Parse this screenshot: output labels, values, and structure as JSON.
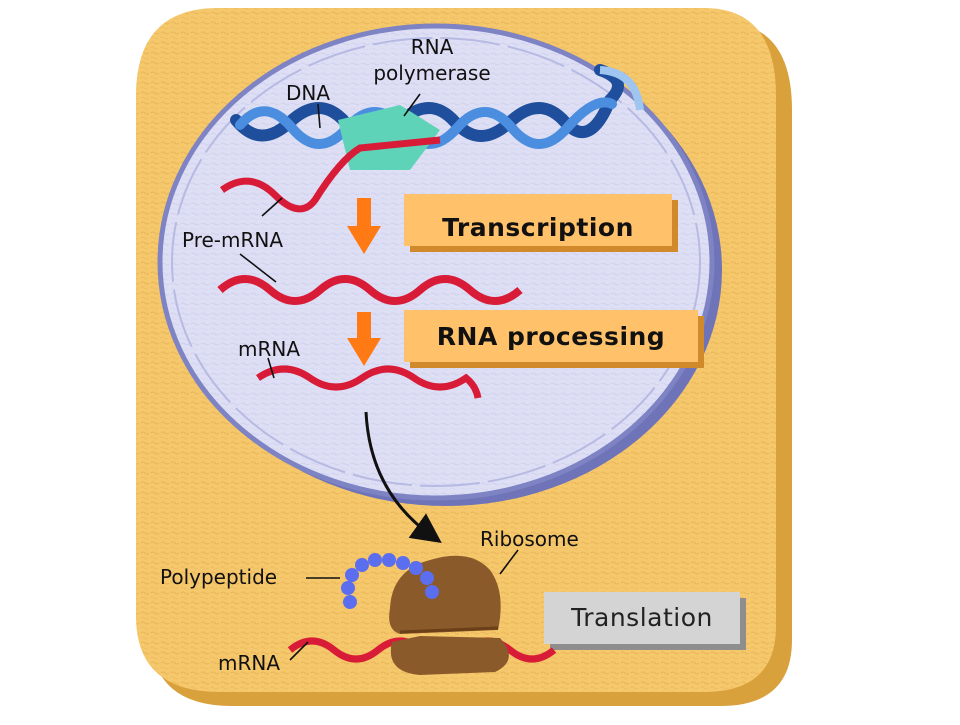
{
  "labels": {
    "rna": "RNA",
    "polymerase": "polymerase",
    "dna": "DNA",
    "pre_mrna": "Pre-mRNA",
    "mrna_nucleus": "mRNA",
    "ribosome": "Ribosome",
    "polypeptide": "Polypeptide",
    "mrna_cytoplasm": "mRNA"
  },
  "steps": {
    "transcription": "Transcription",
    "rna_processing": "RNA processing",
    "translation": "Translation"
  },
  "colors": {
    "cell": "#f6c86c",
    "cell_shadow": "#d9a13c",
    "nucleus": "#dedff5",
    "nucleus_border": "#7e83c4",
    "dna": "#2f6fc0",
    "polymerase": "#5fd3b8",
    "rna": "#d81c38",
    "arrow": "#ff7a14",
    "box": "#ffc16a",
    "box_translation": "#d4d4d4",
    "ribosome": "#8b5a2b",
    "polypeptide": "#5b6ef0"
  }
}
